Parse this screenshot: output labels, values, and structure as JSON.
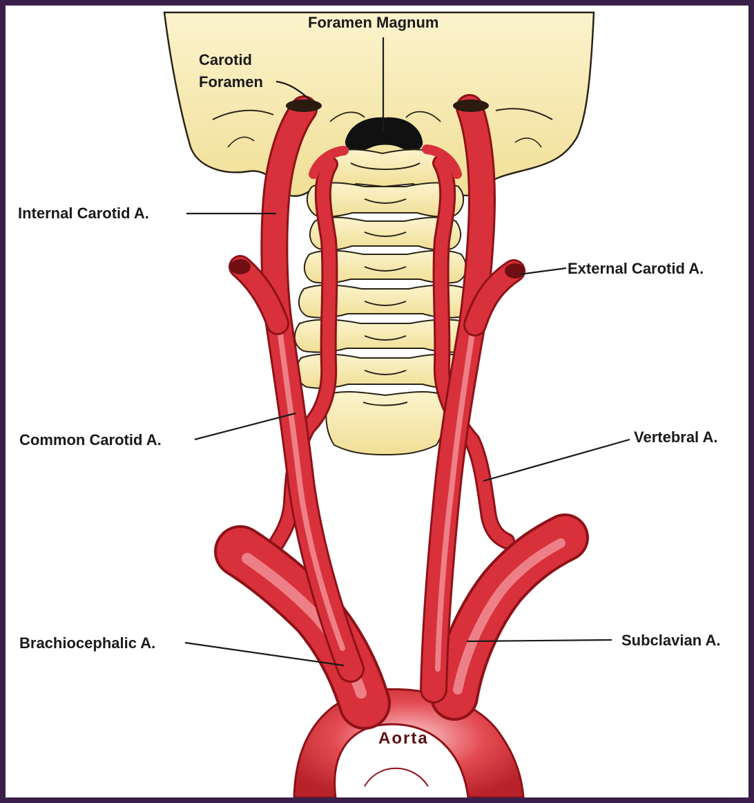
{
  "labels": {
    "foramen_magnum": "Foramen Magnum",
    "carotid_foramen_line1": "Carotid",
    "carotid_foramen_line2": "Foramen",
    "internal_carotid": "Internal Carotid A.",
    "external_carotid": "External Carotid A.",
    "common_carotid": "Common Carotid A.",
    "vertebral": "Vertebral A.",
    "brachiocephalic": "Brachiocephalic A.",
    "subclavian": "Subclavian A.",
    "aorta": "Aorta"
  },
  "colors": {
    "frame": "#3a1f4a",
    "bone": "#f6eab2",
    "bone_outline": "#2a2418",
    "artery": "#d8313b",
    "artery_dark": "#8e1218",
    "artery_highlight": "#f7a3a6",
    "foramen": "#111111"
  }
}
